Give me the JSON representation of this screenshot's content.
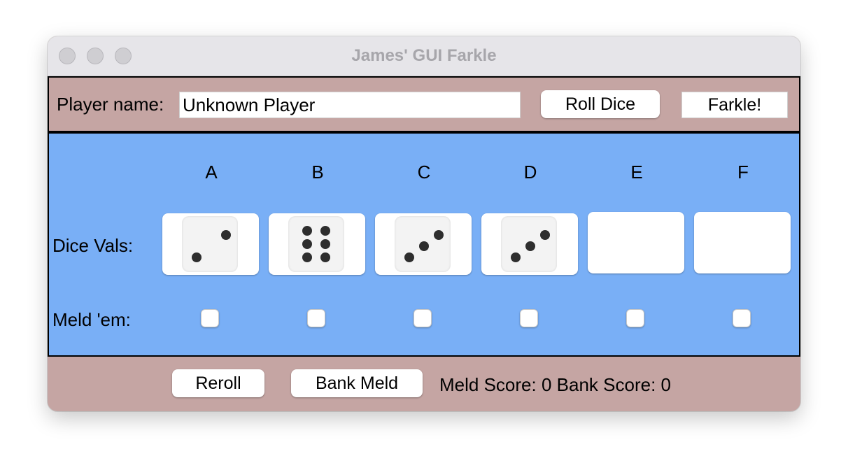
{
  "window": {
    "title": "James' GUI Farkle"
  },
  "top": {
    "player_label": "Player name:",
    "player_value": "Unknown Player",
    "roll_label": "Roll Dice",
    "farkle_label": "Farkle!"
  },
  "board": {
    "columns": [
      "A",
      "B",
      "C",
      "D",
      "E",
      "F"
    ],
    "dice_label": "Dice Vals:",
    "meld_label": "Meld 'em:",
    "dice_values": [
      2,
      6,
      3,
      3,
      null,
      null
    ],
    "meld_checked": [
      false,
      false,
      false,
      false,
      false,
      false
    ]
  },
  "bottom": {
    "reroll_label": "Reroll",
    "bank_label": "Bank Meld",
    "meld_score_label": "Meld Score:",
    "meld_score": "0",
    "bank_score_label": "Bank Score:",
    "bank_score": "0"
  },
  "colors": {
    "panel_pink": "#c5a5a3",
    "board_blue": "#79aff6"
  },
  "icons": {
    "close": "traffic-light-close-icon",
    "minimize": "traffic-light-minimize-icon",
    "zoom": "traffic-light-zoom-icon",
    "die": "die-face-icon"
  }
}
